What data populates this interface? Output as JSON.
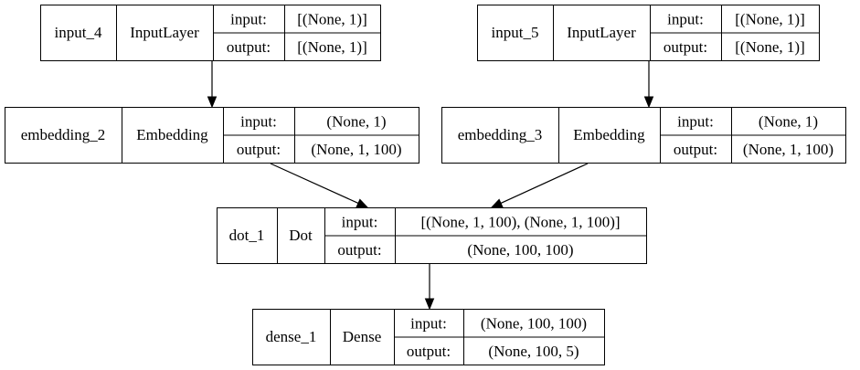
{
  "nodes": [
    {
      "id": "input_4",
      "name": "input_4",
      "layer_type": "InputLayer",
      "input_label": "input:",
      "output_label": "output:",
      "input_shape": "[(None, 1)]",
      "output_shape": "[(None, 1)]"
    },
    {
      "id": "input_5",
      "name": "input_5",
      "layer_type": "InputLayer",
      "input_label": "input:",
      "output_label": "output:",
      "input_shape": "[(None, 1)]",
      "output_shape": "[(None, 1)]"
    },
    {
      "id": "embedding_2",
      "name": "embedding_2",
      "layer_type": "Embedding",
      "input_label": "input:",
      "output_label": "output:",
      "input_shape": "(None, 1)",
      "output_shape": "(None, 1, 100)"
    },
    {
      "id": "embedding_3",
      "name": "embedding_3",
      "layer_type": "Embedding",
      "input_label": "input:",
      "output_label": "output:",
      "input_shape": "(None, 1)",
      "output_shape": "(None, 1, 100)"
    },
    {
      "id": "dot_1",
      "name": "dot_1",
      "layer_type": "Dot",
      "input_label": "input:",
      "output_label": "output:",
      "input_shape": "[(None, 1, 100), (None, 1, 100)]",
      "output_shape": "(None, 100, 100)"
    },
    {
      "id": "dense_1",
      "name": "dense_1",
      "layer_type": "Dense",
      "input_label": "input:",
      "output_label": "output:",
      "input_shape": "(None, 100, 100)",
      "output_shape": "(None, 100, 5)"
    }
  ],
  "edges": [
    {
      "from": "input_4",
      "to": "embedding_2"
    },
    {
      "from": "input_5",
      "to": "embedding_3"
    },
    {
      "from": "embedding_2",
      "to": "dot_1"
    },
    {
      "from": "embedding_3",
      "to": "dot_1"
    },
    {
      "from": "dot_1",
      "to": "dense_1"
    }
  ]
}
